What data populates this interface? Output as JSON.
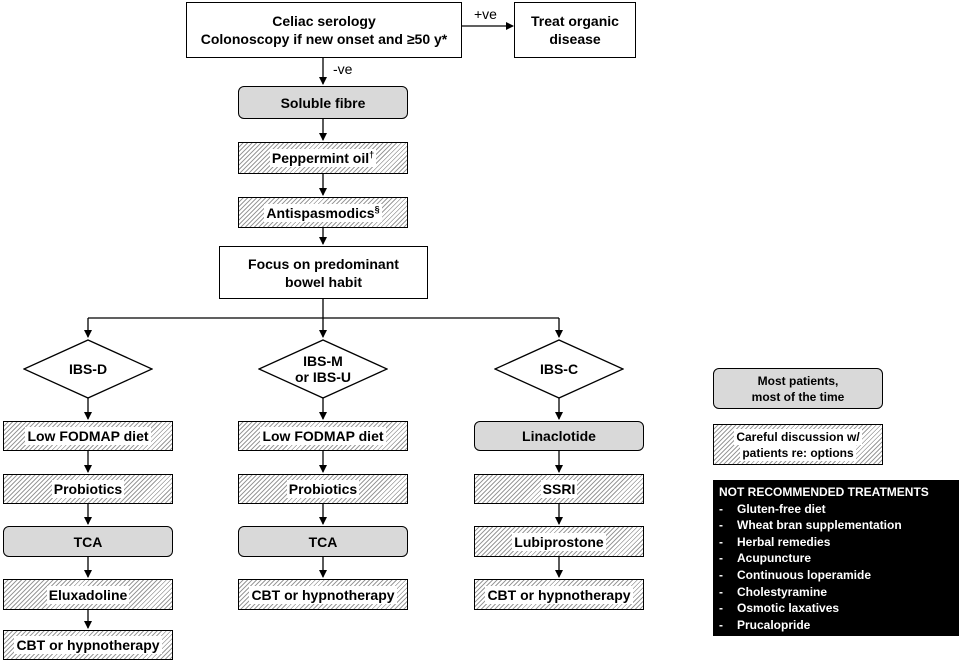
{
  "nodes": {
    "serology": {
      "line1": "Celiac serology",
      "line2": "Colonoscopy if new onset and ≥50 y*"
    },
    "treat": {
      "line1": "Treat organic",
      "line2": "disease"
    },
    "soluble_fibre": "Soluble fibre",
    "peppermint": {
      "text": "Peppermint oil",
      "sup": "†"
    },
    "antispasmodics": {
      "text": "Antispasmodics",
      "sup": "§"
    },
    "focus": {
      "line1": "Focus on predominant",
      "line2": "bowel habit"
    }
  },
  "edges": {
    "positive": "+ve",
    "negative": "-ve"
  },
  "branches": {
    "ibs_d": {
      "label": "IBS-D",
      "steps": [
        "Low FODMAP diet",
        "Probiotics",
        "TCA",
        "Eluxadoline",
        "CBT or hypnotherapy"
      ]
    },
    "ibs_m": {
      "label_line1": "IBS-M",
      "label_line2": "or IBS-U",
      "steps": [
        "Low FODMAP diet",
        "Probiotics",
        "TCA",
        "CBT or hypnotherapy"
      ]
    },
    "ibs_c": {
      "label": "IBS-C",
      "steps": [
        "Linaclotide",
        "SSRI",
        "Lubiprostone",
        "CBT or hypnotherapy"
      ]
    }
  },
  "legend": {
    "most": {
      "line1": "Most patients,",
      "line2": "most of the time"
    },
    "careful": {
      "line1": "Careful discussion w/",
      "line2": "patients re: options"
    }
  },
  "not_recommended": {
    "title": "NOT RECOMMENDED TREATMENTS",
    "bullet": "-",
    "items": [
      "Gluten-free diet",
      "Wheat bran supplementation",
      "Herbal remedies",
      "Acupuncture",
      "Continuous loperamide",
      "Cholestyramine",
      "Osmotic laxatives",
      "Prucalopride"
    ]
  },
  "colors": {
    "grey_fill": "#d9d9d9",
    "hatch_line": "#9a9a9a",
    "box_black": "#000000"
  }
}
